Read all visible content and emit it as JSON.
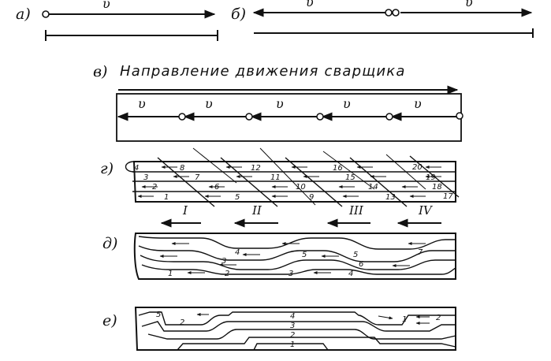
{
  "labels": {
    "a": "а)",
    "b": "б)",
    "c": "в)",
    "d": "г)",
    "e": "д)",
    "f": "е)"
  },
  "title": "Направление движения сварщика",
  "velocity": "υ",
  "roman": [
    "I",
    "II",
    "III",
    "IV"
  ],
  "g_numbers": [
    "4",
    "8",
    "12",
    "16",
    "20",
    "3",
    "7",
    "11",
    "15",
    "19",
    "2",
    "6",
    "10",
    "14",
    "18",
    "1",
    "5",
    "9",
    "13",
    "17"
  ],
  "d_numbers": [
    "1",
    "2",
    "3",
    "4",
    "3",
    "4",
    "5",
    "5",
    "6",
    "7"
  ],
  "e_numbers": [
    "5",
    "2",
    "4",
    "3",
    "2",
    "1",
    "1",
    "2"
  ]
}
